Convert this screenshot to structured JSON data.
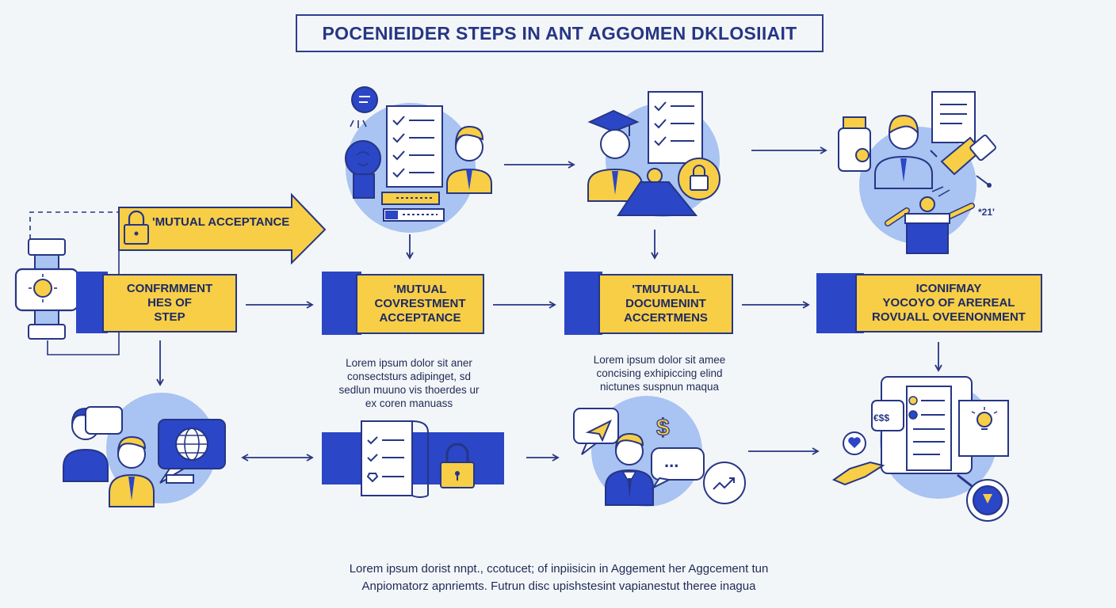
{
  "title": "POCENIEIDER STEPS IN ANT AGGOMEN DKLOSIIAIT",
  "banner": "'MUTUAL ACCEPTANCE",
  "steps": [
    "CONFRMMENT\nHES OF\nSTEP",
    "'MUTUAL\nCOVRESTMENT\nACCEPTANCE",
    "'TMUTUALL\nDOCUMENINT\nACCERTMENS",
    "ICONIFMAY\nYOCOYO OF AREREAL\nROVUALL OVEENONMENT"
  ],
  "paragraphs": [
    "Lorem ipsum dolor sit aner\nconsectsturs adipinget, sd\nsedlun muuno vis thoerdes ur\nex coren manuass",
    "Lorem ipsum dolor sit amee\nconcising exhipiccing elind\nnictunes suspnun maqua"
  ],
  "footer": "Lorem ipsum dorist nnpt., ccotucet; of inpiisicin in Aggement her Aggcement tun\nAnpiomatorz apnriemts. Futrun disc upishstesint vapianestut theree inagua",
  "icon_glyphs": {
    "dollar": "$",
    "chat_dots": "...",
    "money": "€$$",
    "code": "*21'"
  },
  "colors": {
    "navy": "#263685",
    "blue": "#2b46c6",
    "yellow": "#f7ce46",
    "light_blue": "#a9c3f2",
    "background": "#f3f6f8"
  }
}
